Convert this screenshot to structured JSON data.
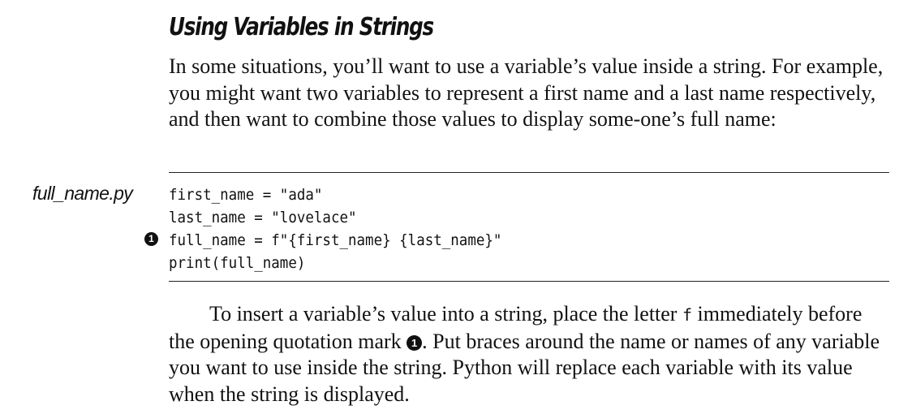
{
  "heading": "Using Variables in Strings",
  "intro": "In some situations, you’ll want to use a variable’s value inside a string. For example, you might want two variables to represent a first name and a last name respectively, and then want to combine those values to display some-one’s full name:",
  "listing": {
    "filename": "full_name.py",
    "marker": "1",
    "lines": [
      "first_name = \"ada\"",
      "last_name = \"lovelace\"",
      "full_name = f\"{first_name} {last_name}\"",
      "print(full_name)"
    ]
  },
  "explanation": {
    "part1": "To insert a variable’s value into a string, place the letter ",
    "code": "f",
    "part2": " immediately before the opening quotation mark ",
    "marker": "1",
    "part3": ". Put braces around the name or names of any variable you want to use inside the string. Python will replace each variable with its value when the string is displayed."
  }
}
